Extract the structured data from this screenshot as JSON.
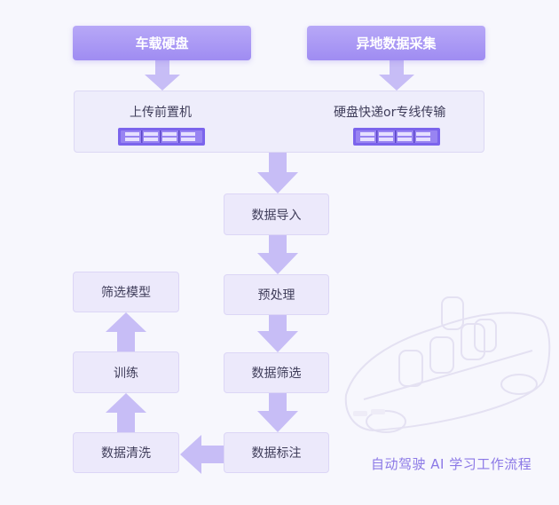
{
  "sources": {
    "vehicle_disk": "车载硬盘",
    "remote_collection": "异地数据采集"
  },
  "ingest": {
    "front_machine": "上传前置机",
    "disk_or_line": "硬盘快递or专线传输"
  },
  "steps": {
    "data_import": "数据导入",
    "preprocess": "预处理",
    "data_filter": "数据筛选",
    "data_label": "数据标注",
    "data_clean": "数据清洗",
    "train": "训练",
    "filter_model": "筛选模型"
  },
  "caption": "自动驾驶 AI 学习工作流程",
  "colors": {
    "source_fill": "#a996f4",
    "step_fill": "#ece9fb",
    "arrow": "#c7bdf6",
    "caption": "#8b78e6",
    "server": "#7b64ec"
  },
  "icons": [
    "server-icon",
    "car-illustration",
    "arrow-icon"
  ]
}
